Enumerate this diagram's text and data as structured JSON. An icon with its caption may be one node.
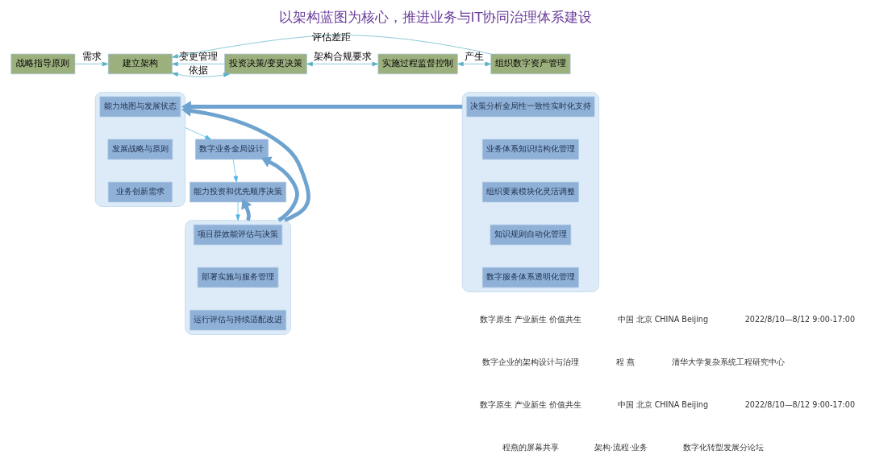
{
  "diagram": {
    "title": "以架构蓝图为核心，推进业务与IT协同治理体系建设",
    "nodes": [
      {
        "text": [
          "战略指导原则"
        ]
      },
      {
        "text": [
          "建立架构"
        ]
      },
      {
        "text": [
          "投资决策/变更决策"
        ]
      },
      {
        "text": [
          "实施过程监督控制"
        ]
      },
      {
        "text": [
          "组织数字资产管理"
        ]
      },
      {
        "text": [],
        "shape": "box"
      },
      {
        "text": [
          "能力地图与发展状态"
        ],
        "in": 5
      },
      {
        "text": [
          "发展战略与原则"
        ],
        "in": 5
      },
      {
        "text": [
          "业务创新需求"
        ],
        "in": 5
      },
      {
        "text": [
          "数字业务全局设计"
        ]
      },
      {
        "text": [
          "能力投资和优先顺序决策"
        ]
      },
      {
        "text": [],
        "shape": "box"
      },
      {
        "text": [
          "项目群效能评估与决策"
        ],
        "in": 11
      },
      {
        "text": [
          "部署实施与服务管理"
        ],
        "in": 11
      },
      {
        "text": [
          "运行评估与持续适配改进"
        ],
        "in": 11
      },
      {
        "text": [],
        "shape": "box"
      },
      {
        "text": [
          "决策分析全局性一致性实时化支持"
        ],
        "in": 15
      },
      {
        "text": [
          "业务体系知识结构化管理"
        ],
        "in": 15
      },
      {
        "text": [
          "组织要素模块化灵活调整"
        ],
        "in": 15
      },
      {
        "text": [
          "知识规则自动化管理"
        ],
        "in": 15
      },
      {
        "text": [
          "数字服务体系透明化管理"
        ],
        "in": 15
      }
    ],
    "edges": [
      {
        "from": 0,
        "to": 1,
        "arrow": "to",
        "label": "需求"
      },
      {
        "from": 1,
        "to": 2,
        "arrow": "both",
        "label": "依据"
      },
      {
        "from": 2,
        "to": 3,
        "arrow": "both",
        "label": "架构合规要求"
      },
      {
        "from": 3,
        "to": 4,
        "arrow": "both",
        "label": "产生"
      },
      {
        "from": 4,
        "to": 1,
        "arrow": "to",
        "label": "评估差距"
      },
      {
        "from": 2,
        "to": 1,
        "arrow": "to",
        "label": "变更管理"
      },
      {
        "from": 15,
        "to": 5,
        "arrow": "to",
        "style": "thick",
        "color": "#6fa3cf"
      },
      {
        "from": 5,
        "to": 9,
        "arrow": "to",
        "color": "#4fb3e6"
      },
      {
        "from": 9,
        "to": 10,
        "arrow": "to",
        "color": "#4fb3e6"
      },
      {
        "from": 10,
        "to": 11,
        "arrow": "to",
        "color": "#4fb3e6"
      },
      {
        "from": 11,
        "to": 10,
        "arrow": "to",
        "style": "thick",
        "color": "#6fa3cf"
      },
      {
        "from": 11,
        "to": 9,
        "arrow": "to",
        "style": "thick",
        "color": "#6fa3cf"
      },
      {
        "from": 11,
        "to": 5,
        "arrow": "to",
        "style": "thick",
        "color": "#6fa3cf"
      }
    ],
    "labels": [
      "数字原生 产业新生 价值共生",
      "中国 北京 CHINA Beijing",
      "2022/8/10—8/12 9:00-17:00",
      "数字企业的架构设计与治理",
      "程 燕",
      "清华大学复杂系统工程研究中心",
      "数字原生 产业新生 价值共生",
      "中国 北京 CHINA Beijing",
      "2022/8/10—8/12 9:00-17:00",
      "程燕的屏幕共享",
      "架构·流程·业务",
      "数字化转型发展分论坛"
    ]
  }
}
